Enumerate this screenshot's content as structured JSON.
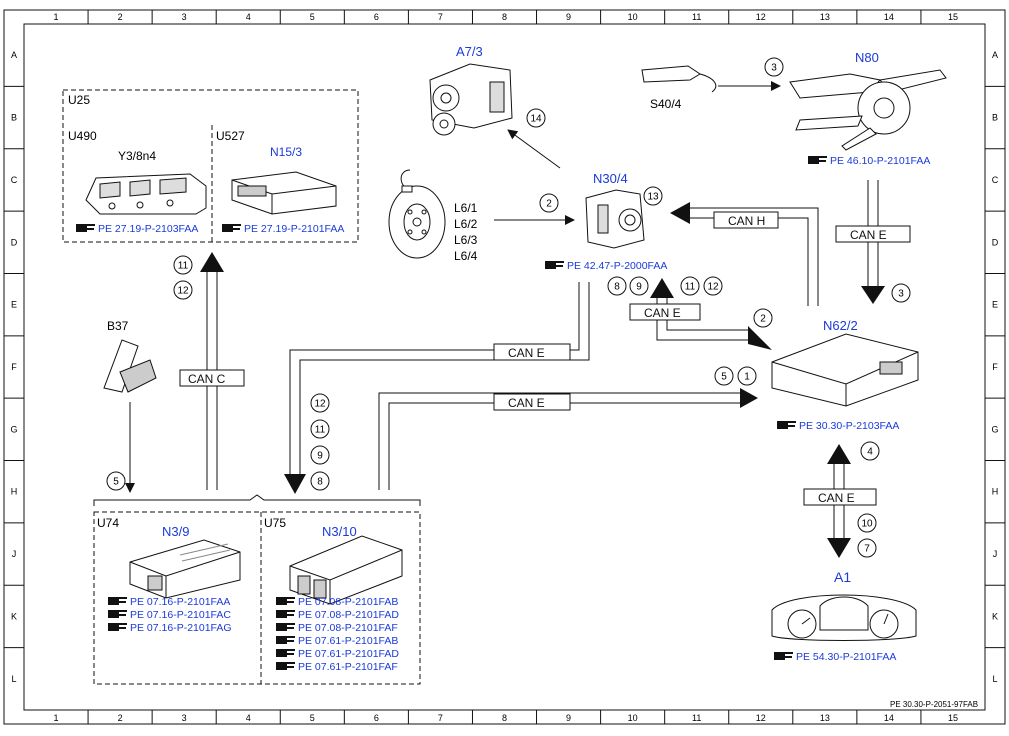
{
  "grid": {
    "columns": [
      "1",
      "2",
      "3",
      "4",
      "5",
      "6",
      "7",
      "8",
      "9",
      "10",
      "11",
      "12",
      "13",
      "14",
      "15"
    ],
    "rows": [
      "A",
      "B",
      "C",
      "D",
      "E",
      "F",
      "G",
      "H",
      "J",
      "K",
      "L"
    ]
  },
  "footer_code": "PE 30.30-P-2051-97FAB",
  "groups": {
    "u25": "U25",
    "u490": "U490",
    "u527": "U527",
    "u74": "U74",
    "u75": "U75"
  },
  "components": {
    "y3_8n4": {
      "label": "Y3/8n4",
      "refs": [
        "PE 27.19-P-2103FAA"
      ]
    },
    "n15_3": {
      "label": "N15/3",
      "refs": [
        "PE 27.19-P-2101FAA"
      ]
    },
    "a7_3": {
      "label": "A7/3"
    },
    "s40_4": {
      "label": "S40/4"
    },
    "n80": {
      "label": "N80",
      "refs": [
        "PE 46.10-P-2101FAA"
      ]
    },
    "n30_4": {
      "label": "N30/4",
      "refs": [
        "PE 42.47-P-2000FAA"
      ]
    },
    "l6": {
      "labels": [
        "L6/1",
        "L6/2",
        "L6/3",
        "L6/4"
      ]
    },
    "b37": {
      "label": "B37"
    },
    "n62_2": {
      "label": "N62/2",
      "refs": [
        "PE 30.30-P-2103FAA"
      ]
    },
    "n3_9": {
      "label": "N3/9",
      "refs": [
        "PE 07.16-P-2101FAA",
        "PE 07.16-P-2101FAC",
        "PE 07.16-P-2101FAG"
      ]
    },
    "n3_10": {
      "label": "N3/10",
      "refs": [
        "PE 07.08-P-2101FAB",
        "PE 07.08-P-2101FAD",
        "PE 07.08-P-2101FAF",
        "PE 07.61-P-2101FAB",
        "PE 07.61-P-2101FAD",
        "PE 07.61-P-2101FAF"
      ]
    },
    "a1": {
      "label": "A1",
      "refs": [
        "PE 54.30-P-2101FAA"
      ]
    }
  },
  "buses": {
    "can_c": "CAN C",
    "can_e_top": "CAN E",
    "can_e_mid": "CAN E",
    "can_e_low": "CAN E",
    "can_e_right": "CAN E",
    "can_e_bottom": "CAN E",
    "can_h": "CAN H"
  },
  "signals": {
    "s3_top": "3",
    "s3_right": "3",
    "s14": "14",
    "s13": "13",
    "s2_n30": "2",
    "s2_n62": "2",
    "s11_u25": "11",
    "s12_u25": "12",
    "s5_b37": "5",
    "s8_e": "8",
    "s9_e": "9",
    "s11_e": "11",
    "s12_e": "12",
    "s5_g": "5",
    "s1_g": "1",
    "s12_v": "12",
    "s11_v": "11",
    "s9_v": "9",
    "s8_v": "8",
    "s4": "4",
    "s10": "10",
    "s7": "7"
  },
  "colors": {
    "link": "#1a3adb",
    "line": "#111111"
  }
}
